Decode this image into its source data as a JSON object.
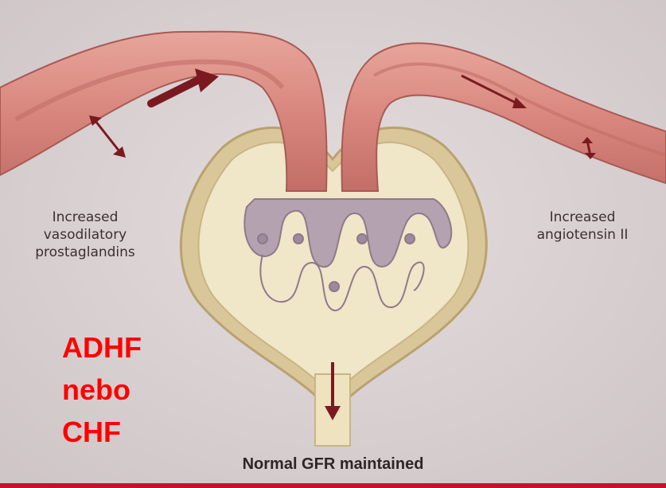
{
  "labels": {
    "left": [
      "Increased",
      "vasodilatory",
      "prostaglandins"
    ],
    "right": [
      "Increased",
      "angiotensin II"
    ]
  },
  "overlay_text": [
    "ADHF",
    "nebo",
    "CHF"
  ],
  "caption": "Normal GFR maintained",
  "colors": {
    "background": "#dcd5d6",
    "vessel": "#d9877e",
    "capsule": "#eadcb5",
    "glomerulus": "#b4a2b0",
    "overlay_red": "#ff0000",
    "accent_bar": "#c8102e"
  }
}
